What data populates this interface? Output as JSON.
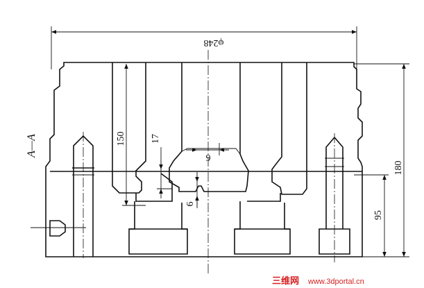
{
  "section_label": "A—A",
  "dimensions": {
    "overall_diameter": "φ248",
    "total_height": "180",
    "lower_height": "95",
    "cavity_depth": "150",
    "land_17": "17",
    "gap_9": "9",
    "land_6": "6"
  },
  "watermark": {
    "cn": "三维网",
    "url": "www.3dportal.cn"
  },
  "colors": {
    "line": "#111111",
    "background": "#ffffff",
    "watermark": "#d62020"
  }
}
